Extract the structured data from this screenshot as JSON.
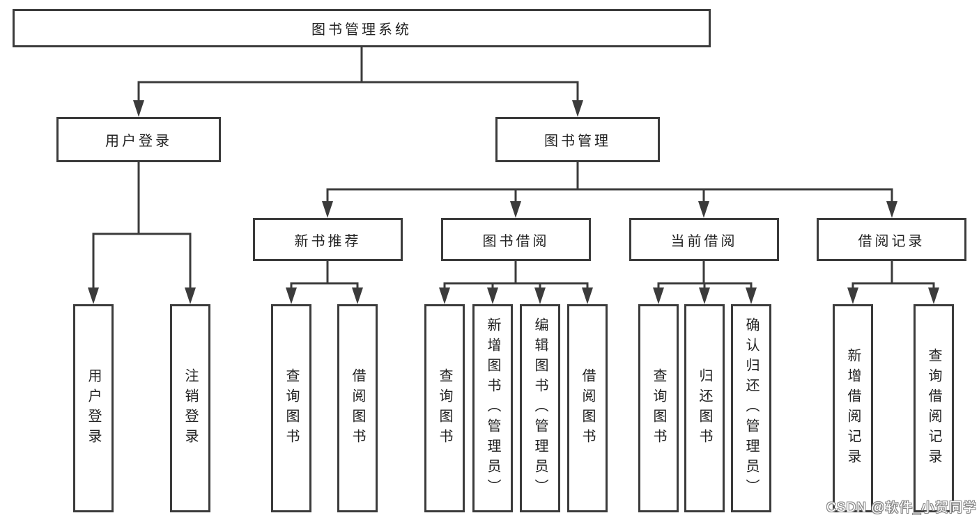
{
  "diagram": {
    "root": "图书管理系统",
    "level2": {
      "user_login": "用户登录",
      "book_mgmt": "图书管理"
    },
    "level3": {
      "new_book_rec": "新书推荐",
      "book_borrow": "图书借阅",
      "current_borrow": "当前借阅",
      "borrow_records": "借阅记录"
    },
    "leaves": {
      "user_login": [
        "用户登录",
        "注销登录"
      ],
      "new_book_rec": [
        "查询图书",
        "借阅图书"
      ],
      "book_borrow": [
        "查询图书",
        "新增图书（管理员）",
        "编辑图书（管理员）",
        "借阅图书"
      ],
      "current_borrow": [
        "查询图书",
        "归还图书",
        "确认归还（管理员）"
      ],
      "borrow_records": [
        "新增借阅记录",
        "查询借阅记录"
      ]
    }
  },
  "watermark": "CSDN @软件_小贺同学",
  "colors": {
    "line": "#3b3b3b",
    "border": "#3b3b3b",
    "text": "#222222",
    "background": "#ffffff",
    "watermark_fill": "#ffffff",
    "watermark_outline": "#8a8a8a"
  }
}
